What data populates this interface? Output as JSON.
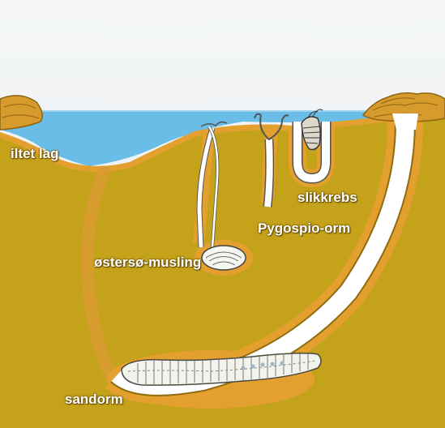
{
  "labels": {
    "oxygen_layer": "iltet lag",
    "amphipod": "slikkrebs",
    "pygospio_worm": "Pygospio-orm",
    "baltic_clam": "østersø-musling",
    "lugworm": "sandorm"
  },
  "colors": {
    "sediment": "#c4a21a",
    "oxygen_layer": "#e3a02f",
    "water": "#69bde6",
    "burrow": "#ffffff",
    "sky": "#eef2f4"
  }
}
